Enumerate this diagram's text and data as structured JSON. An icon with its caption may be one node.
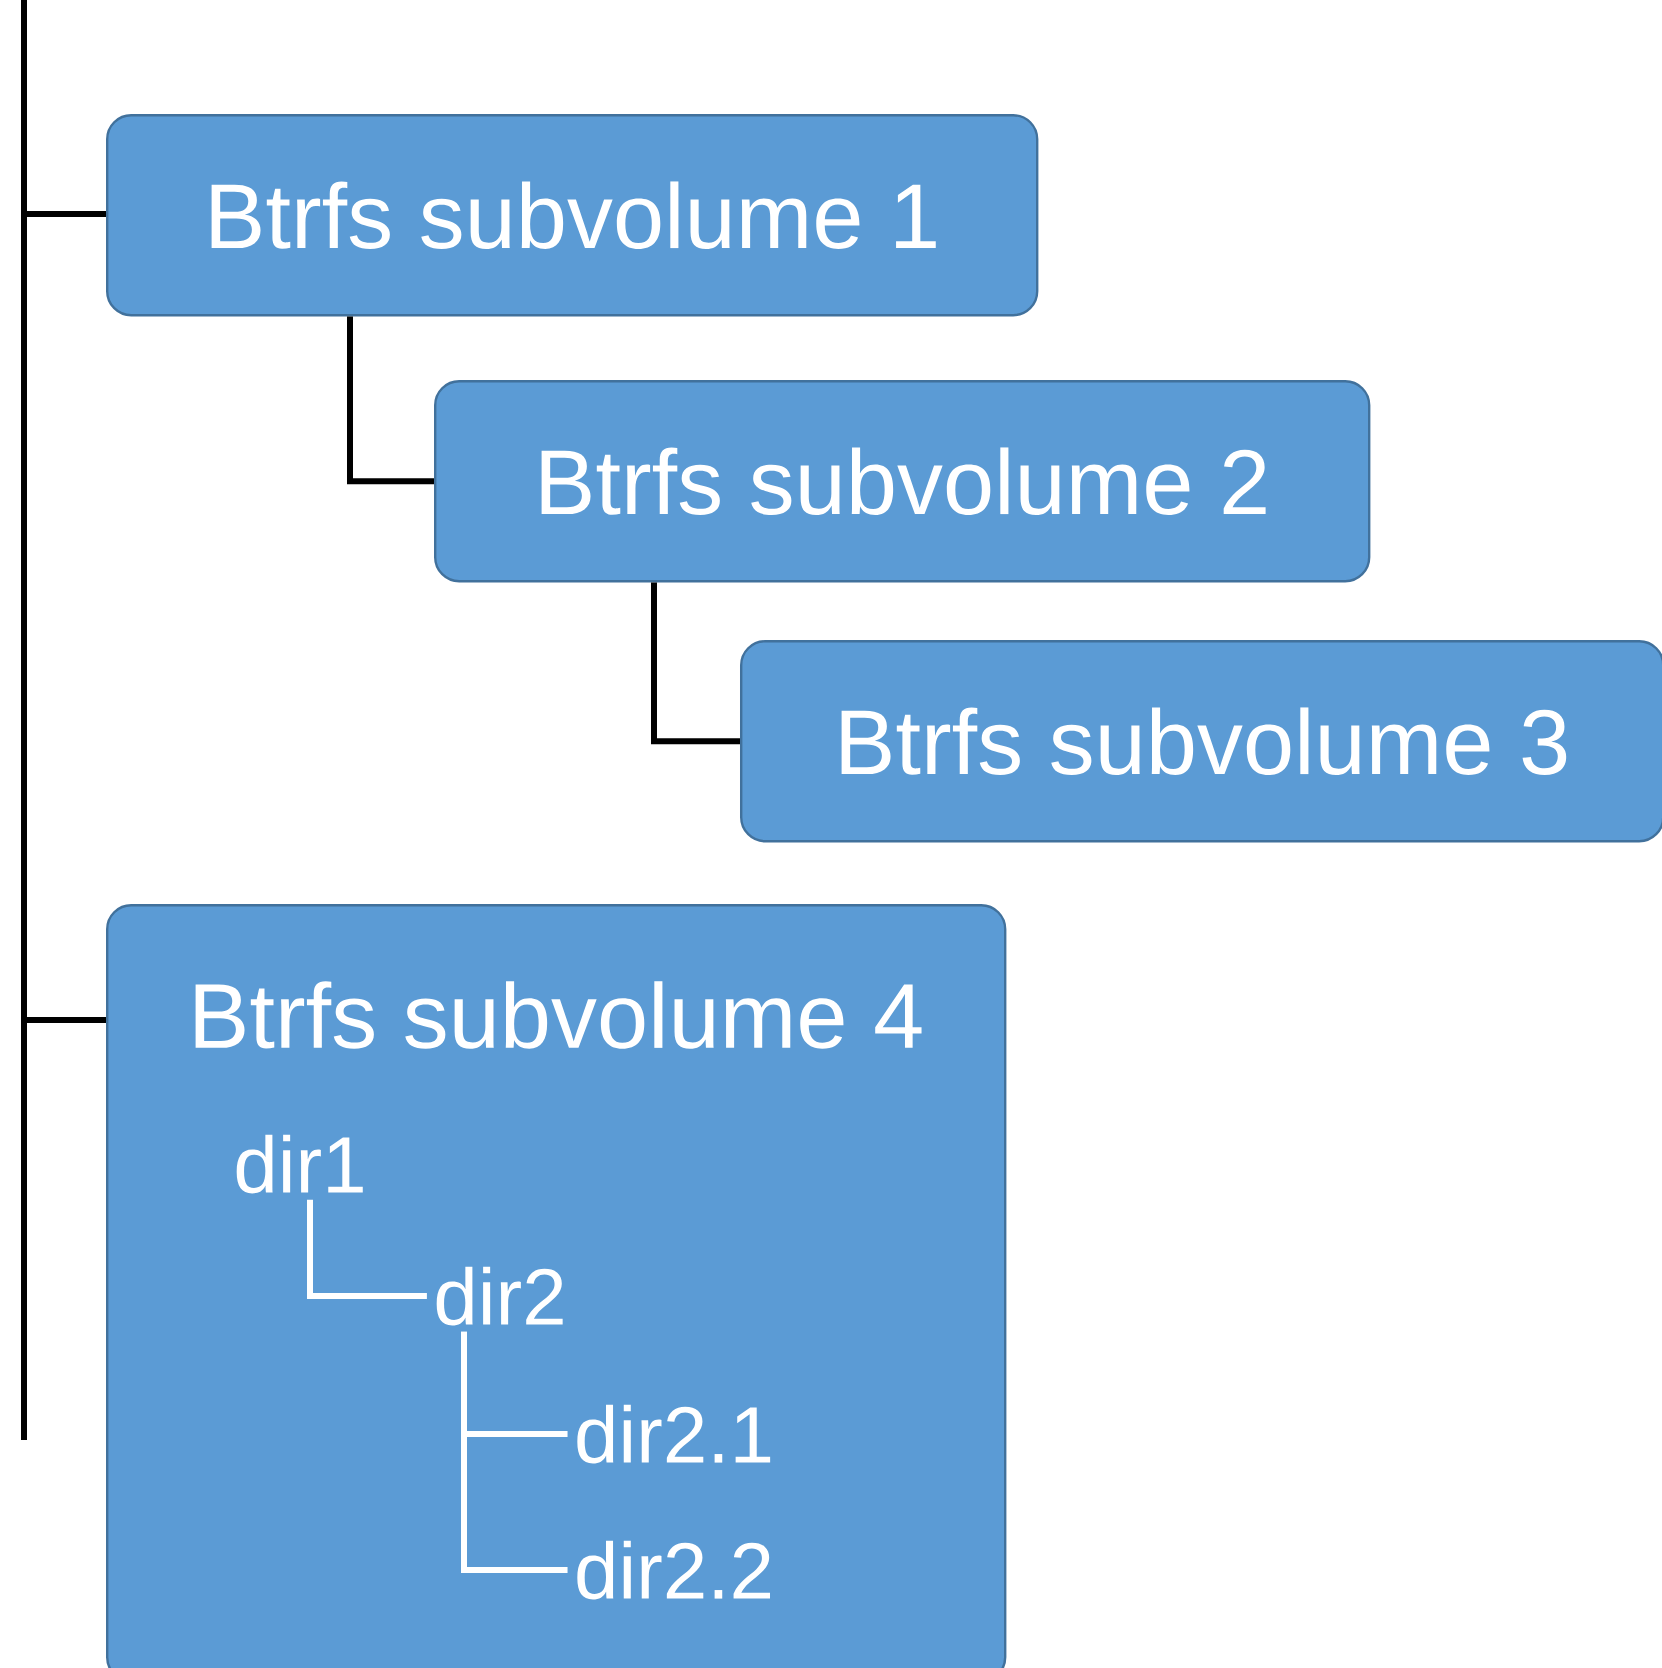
{
  "diagram": {
    "nodes": [
      {
        "text": [
          "Btrfs subvolume 1"
        ]
      },
      {
        "text": [
          "Btrfs subvolume 2"
        ]
      },
      {
        "text": [
          "Btrfs subvolume 3"
        ]
      },
      {
        "text": [
          "Btrfs subvolume 4"
        ]
      },
      {
        "text": [
          "dir1"
        ],
        "in": 3
      },
      {
        "text": [
          "dir2"
        ],
        "in": 3
      },
      {
        "text": [
          "dir2.1"
        ],
        "in": 3
      },
      {
        "text": [
          "dir2.2"
        ],
        "in": 3
      }
    ],
    "edges": [
      {
        "from": null,
        "to": 0,
        "arrow": "none"
      },
      {
        "from": null,
        "to": 3,
        "arrow": "none"
      },
      {
        "from": 0,
        "to": 1,
        "arrow": "none"
      },
      {
        "from": 1,
        "to": 2,
        "arrow": "none"
      },
      {
        "from": 4,
        "to": 5,
        "arrow": "none",
        "color": "#ffffff"
      },
      {
        "from": 5,
        "to": 6,
        "arrow": "none",
        "color": "#ffffff"
      },
      {
        "from": 5,
        "to": 7,
        "arrow": "none",
        "color": "#ffffff"
      }
    ]
  }
}
